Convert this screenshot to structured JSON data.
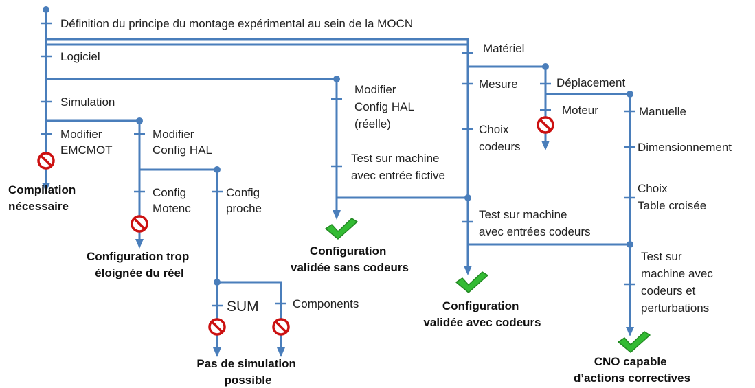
{
  "colors": {
    "line": "#4a7ebb",
    "stop": "#cc1111",
    "check": "#33bb33",
    "text": "#222222"
  },
  "icons": {
    "stop": "no-entry-icon",
    "check": "checkmark-icon"
  },
  "steps": {
    "definition": [
      "Définition du principe du montage expérimental au sein de la MOCN"
    ],
    "logiciel": [
      "Logiciel"
    ],
    "simulation": [
      "Simulation"
    ],
    "modifier_emcmot": [
      "Modifier",
      "EMCMOT"
    ],
    "modifier_config_hal": [
      "Modifier",
      "Config HAL"
    ],
    "config_motenc": [
      "Config",
      "Motenc"
    ],
    "config_proche": [
      "Config",
      "proche"
    ],
    "sum": [
      "SUM"
    ],
    "components": [
      "Components"
    ],
    "modifier_config_hal_reelle": [
      "Modifier",
      "Config HAL",
      "(réelle)"
    ],
    "test_entree_fictive": [
      "Test sur machine",
      "avec entrée fictive"
    ],
    "materiel": [
      "Matériel"
    ],
    "mesure": [
      "Mesure"
    ],
    "choix_codeurs": [
      "Choix",
      "codeurs"
    ],
    "test_entrees_codeurs": [
      "Test sur machine",
      "avec entrées codeurs"
    ],
    "deplacement": [
      "Déplacement"
    ],
    "moteur": [
      "Moteur"
    ],
    "manuelle": [
      "Manuelle"
    ],
    "dimensionnement": [
      "Dimensionnement"
    ],
    "choix_table": [
      "Choix",
      "Table croisée"
    ],
    "test_perturbations": [
      "Test sur",
      "machine avec",
      "codeurs et",
      "perturbations"
    ]
  },
  "outcomes": {
    "compilation": [
      "Compilation",
      "nécessaire"
    ],
    "config_eloignee": [
      "Configuration trop",
      "éloignée du réel"
    ],
    "pas_simulation": [
      "Pas de simulation",
      "possible"
    ],
    "validee_sans": [
      "Configuration",
      "validée sans codeurs"
    ],
    "validee_avec": [
      "Configuration",
      "validée avec codeurs"
    ],
    "cno_capable": [
      "CNO capable",
      "d’actions correctives"
    ]
  }
}
